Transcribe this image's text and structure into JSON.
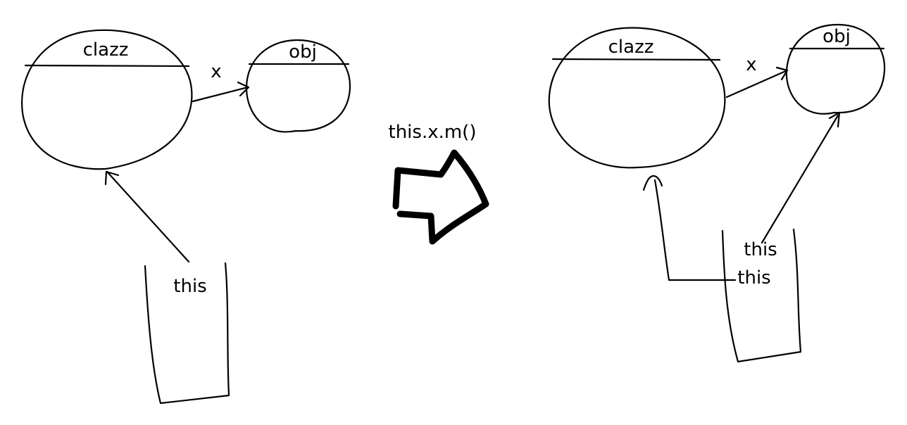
{
  "left": {
    "class_label": "clazz",
    "object_label": "obj",
    "field_label": "x",
    "frame_label": "this"
  },
  "transition": {
    "call_label": "this.x.m()"
  },
  "right": {
    "class_label": "clazz",
    "object_label": "obj",
    "field_label": "x",
    "frame_label_top": "this",
    "frame_label_bottom": "this"
  },
  "colors": {
    "ink": "#000000",
    "background": "#ffffff"
  }
}
